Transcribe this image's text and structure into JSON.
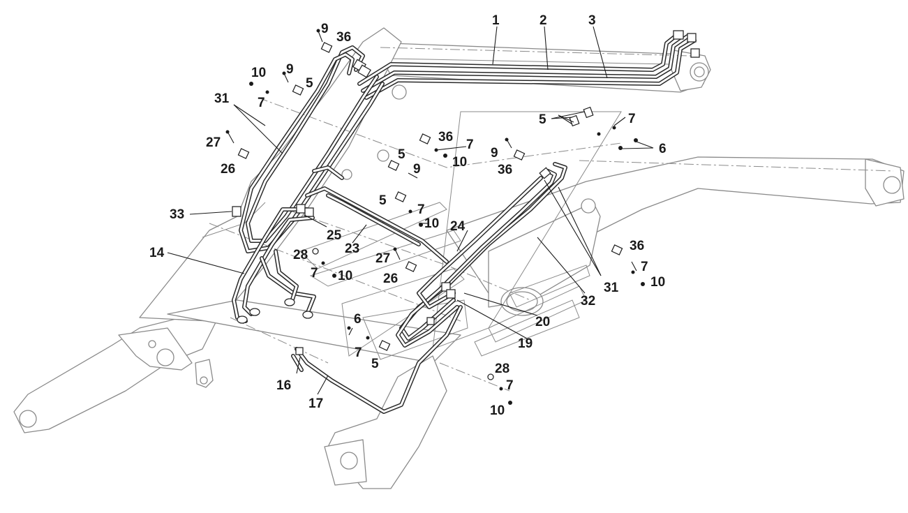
{
  "callouts": [
    {
      "text": "1"
    },
    {
      "text": "2"
    },
    {
      "text": "3"
    },
    {
      "text": "9"
    },
    {
      "text": "36"
    },
    {
      "text": "10"
    },
    {
      "text": "9"
    },
    {
      "text": "5"
    },
    {
      "text": "7"
    },
    {
      "text": "31"
    },
    {
      "text": "5"
    },
    {
      "text": "7"
    },
    {
      "text": "6"
    },
    {
      "text": "27"
    },
    {
      "text": "36"
    },
    {
      "text": "7"
    },
    {
      "text": "10"
    },
    {
      "text": "26"
    },
    {
      "text": "9"
    },
    {
      "text": "5"
    },
    {
      "text": "9"
    },
    {
      "text": "36"
    },
    {
      "text": "33"
    },
    {
      "text": "5"
    },
    {
      "text": "7"
    },
    {
      "text": "10"
    },
    {
      "text": "24"
    },
    {
      "text": "25"
    },
    {
      "text": "23"
    },
    {
      "text": "14"
    },
    {
      "text": "28"
    },
    {
      "text": "27"
    },
    {
      "text": "36"
    },
    {
      "text": "7"
    },
    {
      "text": "10"
    },
    {
      "text": "26"
    },
    {
      "text": "7"
    },
    {
      "text": "10"
    },
    {
      "text": "31"
    },
    {
      "text": "32"
    },
    {
      "text": "20"
    },
    {
      "text": "6"
    },
    {
      "text": "19"
    },
    {
      "text": "7"
    },
    {
      "text": "5"
    },
    {
      "text": "28"
    },
    {
      "text": "16"
    },
    {
      "text": "7"
    },
    {
      "text": "17"
    },
    {
      "text": "10"
    }
  ]
}
